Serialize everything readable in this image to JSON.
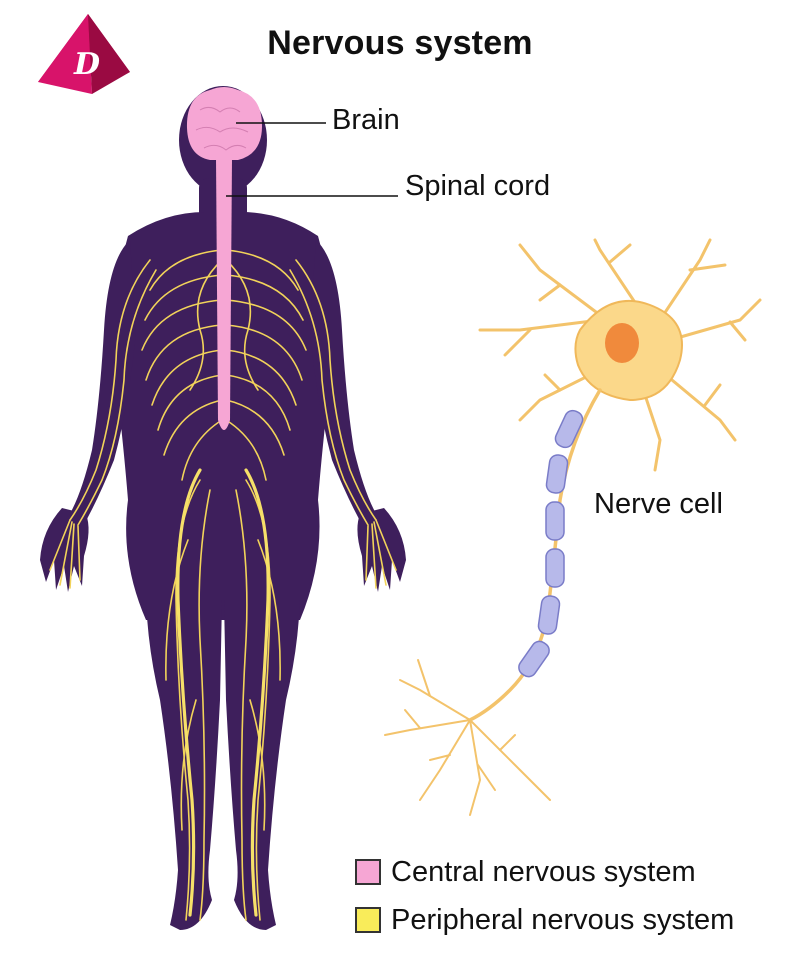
{
  "title": "Nervous system",
  "labels": {
    "brain": "Brain",
    "spinal_cord": "Spinal cord",
    "nerve_cell": "Nerve cell"
  },
  "legend": [
    {
      "label": "Central nervous system",
      "color": "#f6a6d4"
    },
    {
      "label": "Peripheral nervous system",
      "color": "#f9ec5a"
    }
  ],
  "colors": {
    "body": "#3e1f5c",
    "brain": "#f6a6d4",
    "nerves": "#f2d35a",
    "logo": "#d0115a",
    "neuron_soma": "#fbd88a",
    "nucleus": "#f08a3c",
    "myelin": "#b7b9ea"
  },
  "logo_letter": "D"
}
